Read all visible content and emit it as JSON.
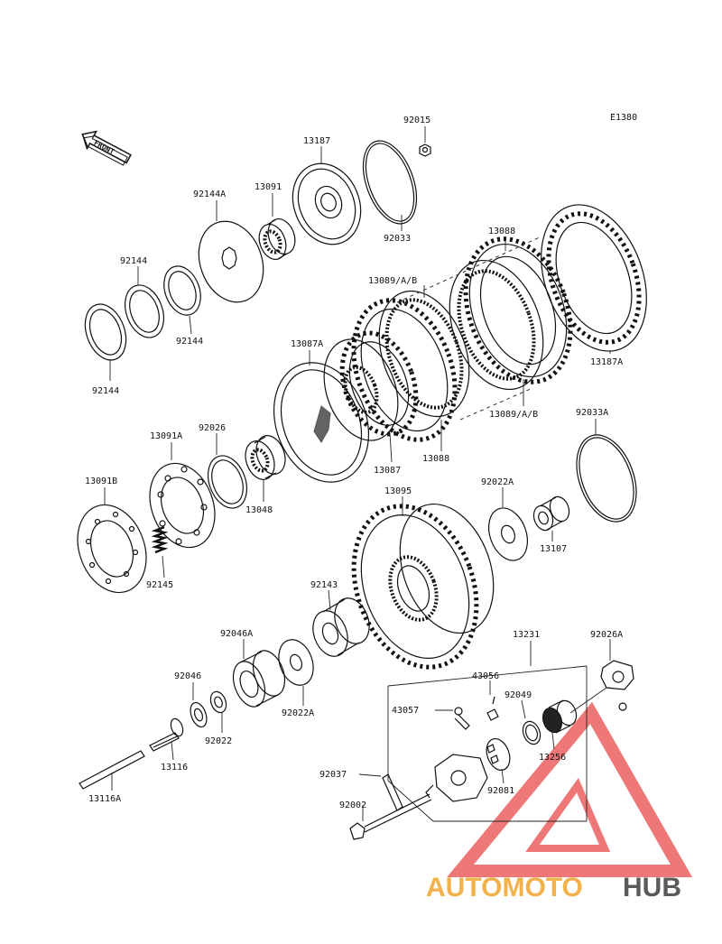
{
  "diagram_code": "E1380",
  "front_label": "FRONT",
  "labels": {
    "p92015": "92015",
    "p13187": "13187",
    "p92033": "92033",
    "p13091": "13091",
    "p92144A": "92144A",
    "p92144_a": "92144",
    "p92144_b": "92144",
    "p92144_c": "92144",
    "p13088_top": "13088",
    "p13089_top": "13089/A/B",
    "p13187A": "13187A",
    "p13087A": "13087A",
    "p13089_bot": "13089/A/B",
    "p13088_bot": "13088",
    "p13087": "13087",
    "p92033A": "92033A",
    "p92026": "92026",
    "p13091A": "13091A",
    "p13048": "13048",
    "p13091B": "13091B",
    "p92145": "92145",
    "p13095": "13095",
    "p92022A_top": "92022A",
    "p13107": "13107",
    "p92143": "92143",
    "p92046A": "92046A",
    "p92046": "92046",
    "p92022A_bot": "92022A",
    "p92022": "92022",
    "p13116": "13116",
    "p13116A": "13116A",
    "p13231": "13231",
    "p92026A": "92026A",
    "p43056": "43056",
    "p43057": "43057",
    "p92049": "92049",
    "p13256": "13256",
    "p92081": "92081",
    "p92037": "92037",
    "p92002": "92002"
  },
  "watermark": {
    "part1": "AUTOMOTO",
    "part2": "HUB",
    "color1": "#f3b14b",
    "color2": "#5a5a5a",
    "triangle_color": "#e94b4b"
  }
}
